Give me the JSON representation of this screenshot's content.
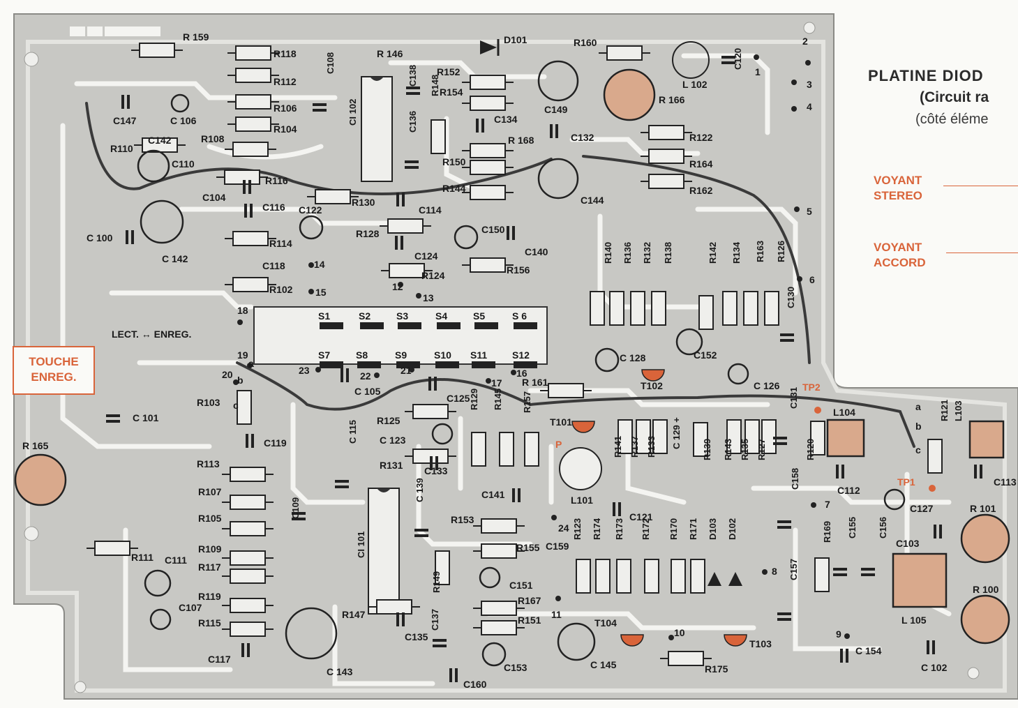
{
  "title": "PLATINE DIOD",
  "subtitle": "(Circuit ra",
  "subnote": "(côté éléme",
  "legends": [
    {
      "line1": "VOYANT",
      "line2": "STEREO"
    },
    {
      "line1": "VOYANT",
      "line2": "ACCORD"
    }
  ],
  "touche": {
    "line1": "TOUCHE",
    "line2": "ENREG."
  },
  "switch_caption": "LECT. ↔ ENREG.",
  "colors": {
    "board": "#c8c8c4",
    "trace": "#f4f4f1",
    "accent": "#d9643a",
    "pad": "#d9a98c",
    "wire": "#3a3a3a"
  },
  "components": [
    {
      "id": "r159",
      "label": "R 159"
    },
    {
      "id": "r118",
      "label": "R118"
    },
    {
      "id": "r112",
      "label": "R112"
    },
    {
      "id": "r106",
      "label": "R106"
    },
    {
      "id": "r104",
      "label": "R104"
    },
    {
      "id": "r108",
      "label": "R108"
    },
    {
      "id": "r110",
      "label": "R110"
    },
    {
      "id": "r116",
      "label": "R116"
    },
    {
      "id": "r114",
      "label": "R114"
    },
    {
      "id": "r102",
      "label": "R102"
    },
    {
      "id": "r130",
      "label": "R130"
    },
    {
      "id": "r128",
      "label": "R128"
    },
    {
      "id": "r124",
      "label": "R124"
    },
    {
      "id": "r146",
      "label": "R 146"
    },
    {
      "id": "r148",
      "label": "R148"
    },
    {
      "id": "r150",
      "label": "R150"
    },
    {
      "id": "r144",
      "label": "R144"
    },
    {
      "id": "r152",
      "label": "R152"
    },
    {
      "id": "r154",
      "label": "R154"
    },
    {
      "id": "r168",
      "label": "R 168"
    },
    {
      "id": "r156",
      "label": "R156"
    },
    {
      "id": "r160",
      "label": "R160"
    },
    {
      "id": "r166",
      "label": "R 166"
    },
    {
      "id": "r122",
      "label": "R122"
    },
    {
      "id": "r164",
      "label": "R164"
    },
    {
      "id": "r162",
      "label": "R162"
    },
    {
      "id": "r140",
      "label": "R140"
    },
    {
      "id": "r136",
      "label": "R136"
    },
    {
      "id": "r132",
      "label": "R132"
    },
    {
      "id": "r138",
      "label": "R138"
    },
    {
      "id": "r142",
      "label": "R142"
    },
    {
      "id": "r134",
      "label": "R134"
    },
    {
      "id": "r163",
      "label": "R163"
    },
    {
      "id": "r126",
      "label": "R126"
    },
    {
      "id": "r161",
      "label": "R 161"
    },
    {
      "id": "r103",
      "label": "R103"
    },
    {
      "id": "r125",
      "label": "R125"
    },
    {
      "id": "r131",
      "label": "R131"
    },
    {
      "id": "r129",
      "label": "R129"
    },
    {
      "id": "r145",
      "label": "R145"
    },
    {
      "id": "r157",
      "label": "R157"
    },
    {
      "id": "r141",
      "label": "R141"
    },
    {
      "id": "r137",
      "label": "R137"
    },
    {
      "id": "r133",
      "label": "R133"
    },
    {
      "id": "r139",
      "label": "R139"
    },
    {
      "id": "r143",
      "label": "R143"
    },
    {
      "id": "r135",
      "label": "R135"
    },
    {
      "id": "r127",
      "label": "R127"
    },
    {
      "id": "r120",
      "label": "R120"
    },
    {
      "id": "r121",
      "label": "R121"
    },
    {
      "id": "r165",
      "label": "R 165"
    },
    {
      "id": "r113",
      "label": "R113"
    },
    {
      "id": "r107",
      "label": "R107"
    },
    {
      "id": "r105",
      "label": "R105"
    },
    {
      "id": "r109",
      "label": "R109"
    },
    {
      "id": "r117",
      "label": "R117"
    },
    {
      "id": "r119",
      "label": "R119"
    },
    {
      "id": "r115",
      "label": "R115"
    },
    {
      "id": "r111",
      "label": "R111"
    },
    {
      "id": "r147",
      "label": "R147"
    },
    {
      "id": "r149",
      "label": "R149"
    },
    {
      "id": "r153",
      "label": "R153"
    },
    {
      "id": "r155",
      "label": "R155"
    },
    {
      "id": "r167",
      "label": "R167"
    },
    {
      "id": "r151",
      "label": "R151"
    },
    {
      "id": "r123",
      "label": "R123"
    },
    {
      "id": "r174",
      "label": "R174"
    },
    {
      "id": "r173",
      "label": "R173"
    },
    {
      "id": "r172",
      "label": "R172"
    },
    {
      "id": "r170",
      "label": "R170"
    },
    {
      "id": "r171",
      "label": "R171"
    },
    {
      "id": "r169",
      "label": "R169"
    },
    {
      "id": "r175",
      "label": "R175"
    },
    {
      "id": "r101",
      "label": "R 101"
    },
    {
      "id": "r100",
      "label": "R 100"
    },
    {
      "id": "c147",
      "label": "C147"
    },
    {
      "id": "c106",
      "label": "C 106"
    },
    {
      "id": "c142",
      "label": "C142"
    },
    {
      "id": "c110",
      "label": "C110"
    },
    {
      "id": "c104",
      "label": "C104"
    },
    {
      "id": "c116",
      "label": "C116"
    },
    {
      "id": "c100",
      "label": "C 100"
    },
    {
      "id": "c142b",
      "label": "C 142"
    },
    {
      "id": "c118",
      "label": "C118"
    },
    {
      "id": "c122",
      "label": "C122"
    },
    {
      "id": "c108",
      "label": "C108"
    },
    {
      "id": "c138",
      "label": "C138"
    },
    {
      "id": "c136",
      "label": "C136"
    },
    {
      "id": "c114",
      "label": "C114"
    },
    {
      "id": "c124",
      "label": "C124"
    },
    {
      "id": "c134",
      "label": "C134"
    },
    {
      "id": "c149",
      "label": "C149"
    },
    {
      "id": "c132",
      "label": "C132"
    },
    {
      "id": "c144",
      "label": "C144"
    },
    {
      "id": "c150",
      "label": "C150"
    },
    {
      "id": "c140",
      "label": "C140"
    },
    {
      "id": "c120",
      "label": "C120"
    },
    {
      "id": "c130",
      "label": "C130"
    },
    {
      "id": "c128",
      "label": "C 128"
    },
    {
      "id": "c152",
      "label": "C152"
    },
    {
      "id": "c126",
      "label": "C 126"
    },
    {
      "id": "c105",
      "label": "C 105"
    },
    {
      "id": "c125",
      "label": "C125"
    },
    {
      "id": "c123",
      "label": "C 123"
    },
    {
      "id": "c101",
      "label": "C 101"
    },
    {
      "id": "c119",
      "label": "C119"
    },
    {
      "id": "c115",
      "label": "C 115"
    },
    {
      "id": "c133",
      "label": "C133"
    },
    {
      "id": "c131",
      "label": "C131"
    },
    {
      "id": "c129",
      "label": "C 129 +"
    },
    {
      "id": "c112",
      "label": "C112"
    },
    {
      "id": "c127",
      "label": "C127"
    },
    {
      "id": "c113",
      "label": "C113"
    },
    {
      "id": "c141",
      "label": "C141"
    },
    {
      "id": "c121",
      "label": "C121"
    },
    {
      "id": "c158",
      "label": "C158"
    },
    {
      "id": "c139",
      "label": "C 139"
    },
    {
      "id": "c109",
      "label": "C109"
    },
    {
      "id": "c111",
      "label": "C111"
    },
    {
      "id": "c107",
      "label": "C107"
    },
    {
      "id": "c117",
      "label": "C117"
    },
    {
      "id": "c143",
      "label": "C 143"
    },
    {
      "id": "c135",
      "label": "C135"
    },
    {
      "id": "c137",
      "label": "C137"
    },
    {
      "id": "c160",
      "label": "C160"
    },
    {
      "id": "c153",
      "label": "C153"
    },
    {
      "id": "c151",
      "label": "C151"
    },
    {
      "id": "c159",
      "label": "C159"
    },
    {
      "id": "c145",
      "label": "C 145"
    },
    {
      "id": "c157",
      "label": "C157"
    },
    {
      "id": "c155",
      "label": "C155"
    },
    {
      "id": "c156",
      "label": "C156"
    },
    {
      "id": "c103",
      "label": "C103"
    },
    {
      "id": "c154",
      "label": "C 154"
    },
    {
      "id": "c102",
      "label": "C 102"
    },
    {
      "id": "ci102",
      "label": "CI 102"
    },
    {
      "id": "ci101",
      "label": "CI 101"
    },
    {
      "id": "d101",
      "label": "D101"
    },
    {
      "id": "d103",
      "label": "D103"
    },
    {
      "id": "d102",
      "label": "D102"
    },
    {
      "id": "l102",
      "label": "L 102"
    },
    {
      "id": "l101",
      "label": "L101"
    },
    {
      "id": "l104",
      "label": "L104"
    },
    {
      "id": "l103",
      "label": "L103"
    },
    {
      "id": "l105",
      "label": "L 105"
    },
    {
      "id": "t101",
      "label": "T101"
    },
    {
      "id": "t102",
      "label": "T102"
    },
    {
      "id": "t104",
      "label": "T104"
    },
    {
      "id": "t103",
      "label": "T103"
    },
    {
      "id": "tp1",
      "label": "TP1"
    },
    {
      "id": "tp2",
      "label": "TP2"
    },
    {
      "id": "p",
      "label": "P"
    }
  ],
  "switches": [
    {
      "id": "s1",
      "label": "S1"
    },
    {
      "id": "s2",
      "label": "S2"
    },
    {
      "id": "s3",
      "label": "S3"
    },
    {
      "id": "s4",
      "label": "S4"
    },
    {
      "id": "s5",
      "label": "S5"
    },
    {
      "id": "s6",
      "label": "S 6"
    },
    {
      "id": "s7",
      "label": "S7"
    },
    {
      "id": "s8",
      "label": "S8"
    },
    {
      "id": "s9",
      "label": "S9"
    },
    {
      "id": "s10",
      "label": "S10"
    },
    {
      "id": "s11",
      "label": "S11"
    },
    {
      "id": "s12",
      "label": "S12"
    }
  ],
  "pins": [
    {
      "id": "p1",
      "label": "1"
    },
    {
      "id": "p2",
      "label": "2"
    },
    {
      "id": "p3",
      "label": "3"
    },
    {
      "id": "p4",
      "label": "4"
    },
    {
      "id": "p5",
      "label": "5"
    },
    {
      "id": "p6",
      "label": "6"
    },
    {
      "id": "p7",
      "label": "7"
    },
    {
      "id": "p8",
      "label": "8"
    },
    {
      "id": "p9",
      "label": "9"
    },
    {
      "id": "p10",
      "label": "10"
    },
    {
      "id": "p11",
      "label": "11"
    },
    {
      "id": "p12",
      "label": "12"
    },
    {
      "id": "p13",
      "label": "13"
    },
    {
      "id": "p14",
      "label": "14"
    },
    {
      "id": "p15",
      "label": "15"
    },
    {
      "id": "p16",
      "label": "16"
    },
    {
      "id": "p17",
      "label": "17"
    },
    {
      "id": "p18",
      "label": "18"
    },
    {
      "id": "p19",
      "label": "19"
    },
    {
      "id": "p20",
      "label": "20"
    },
    {
      "id": "p21",
      "label": "21"
    },
    {
      "id": "p22",
      "label": "22"
    },
    {
      "id": "p23",
      "label": "23"
    },
    {
      "id": "p24",
      "label": "24"
    },
    {
      "id": "pa",
      "label": "a"
    },
    {
      "id": "pb",
      "label": "b"
    },
    {
      "id": "pc",
      "label": "c"
    },
    {
      "id": "pa2",
      "label": "a"
    },
    {
      "id": "pb2",
      "label": "b"
    },
    {
      "id": "pc2",
      "label": "c"
    }
  ]
}
